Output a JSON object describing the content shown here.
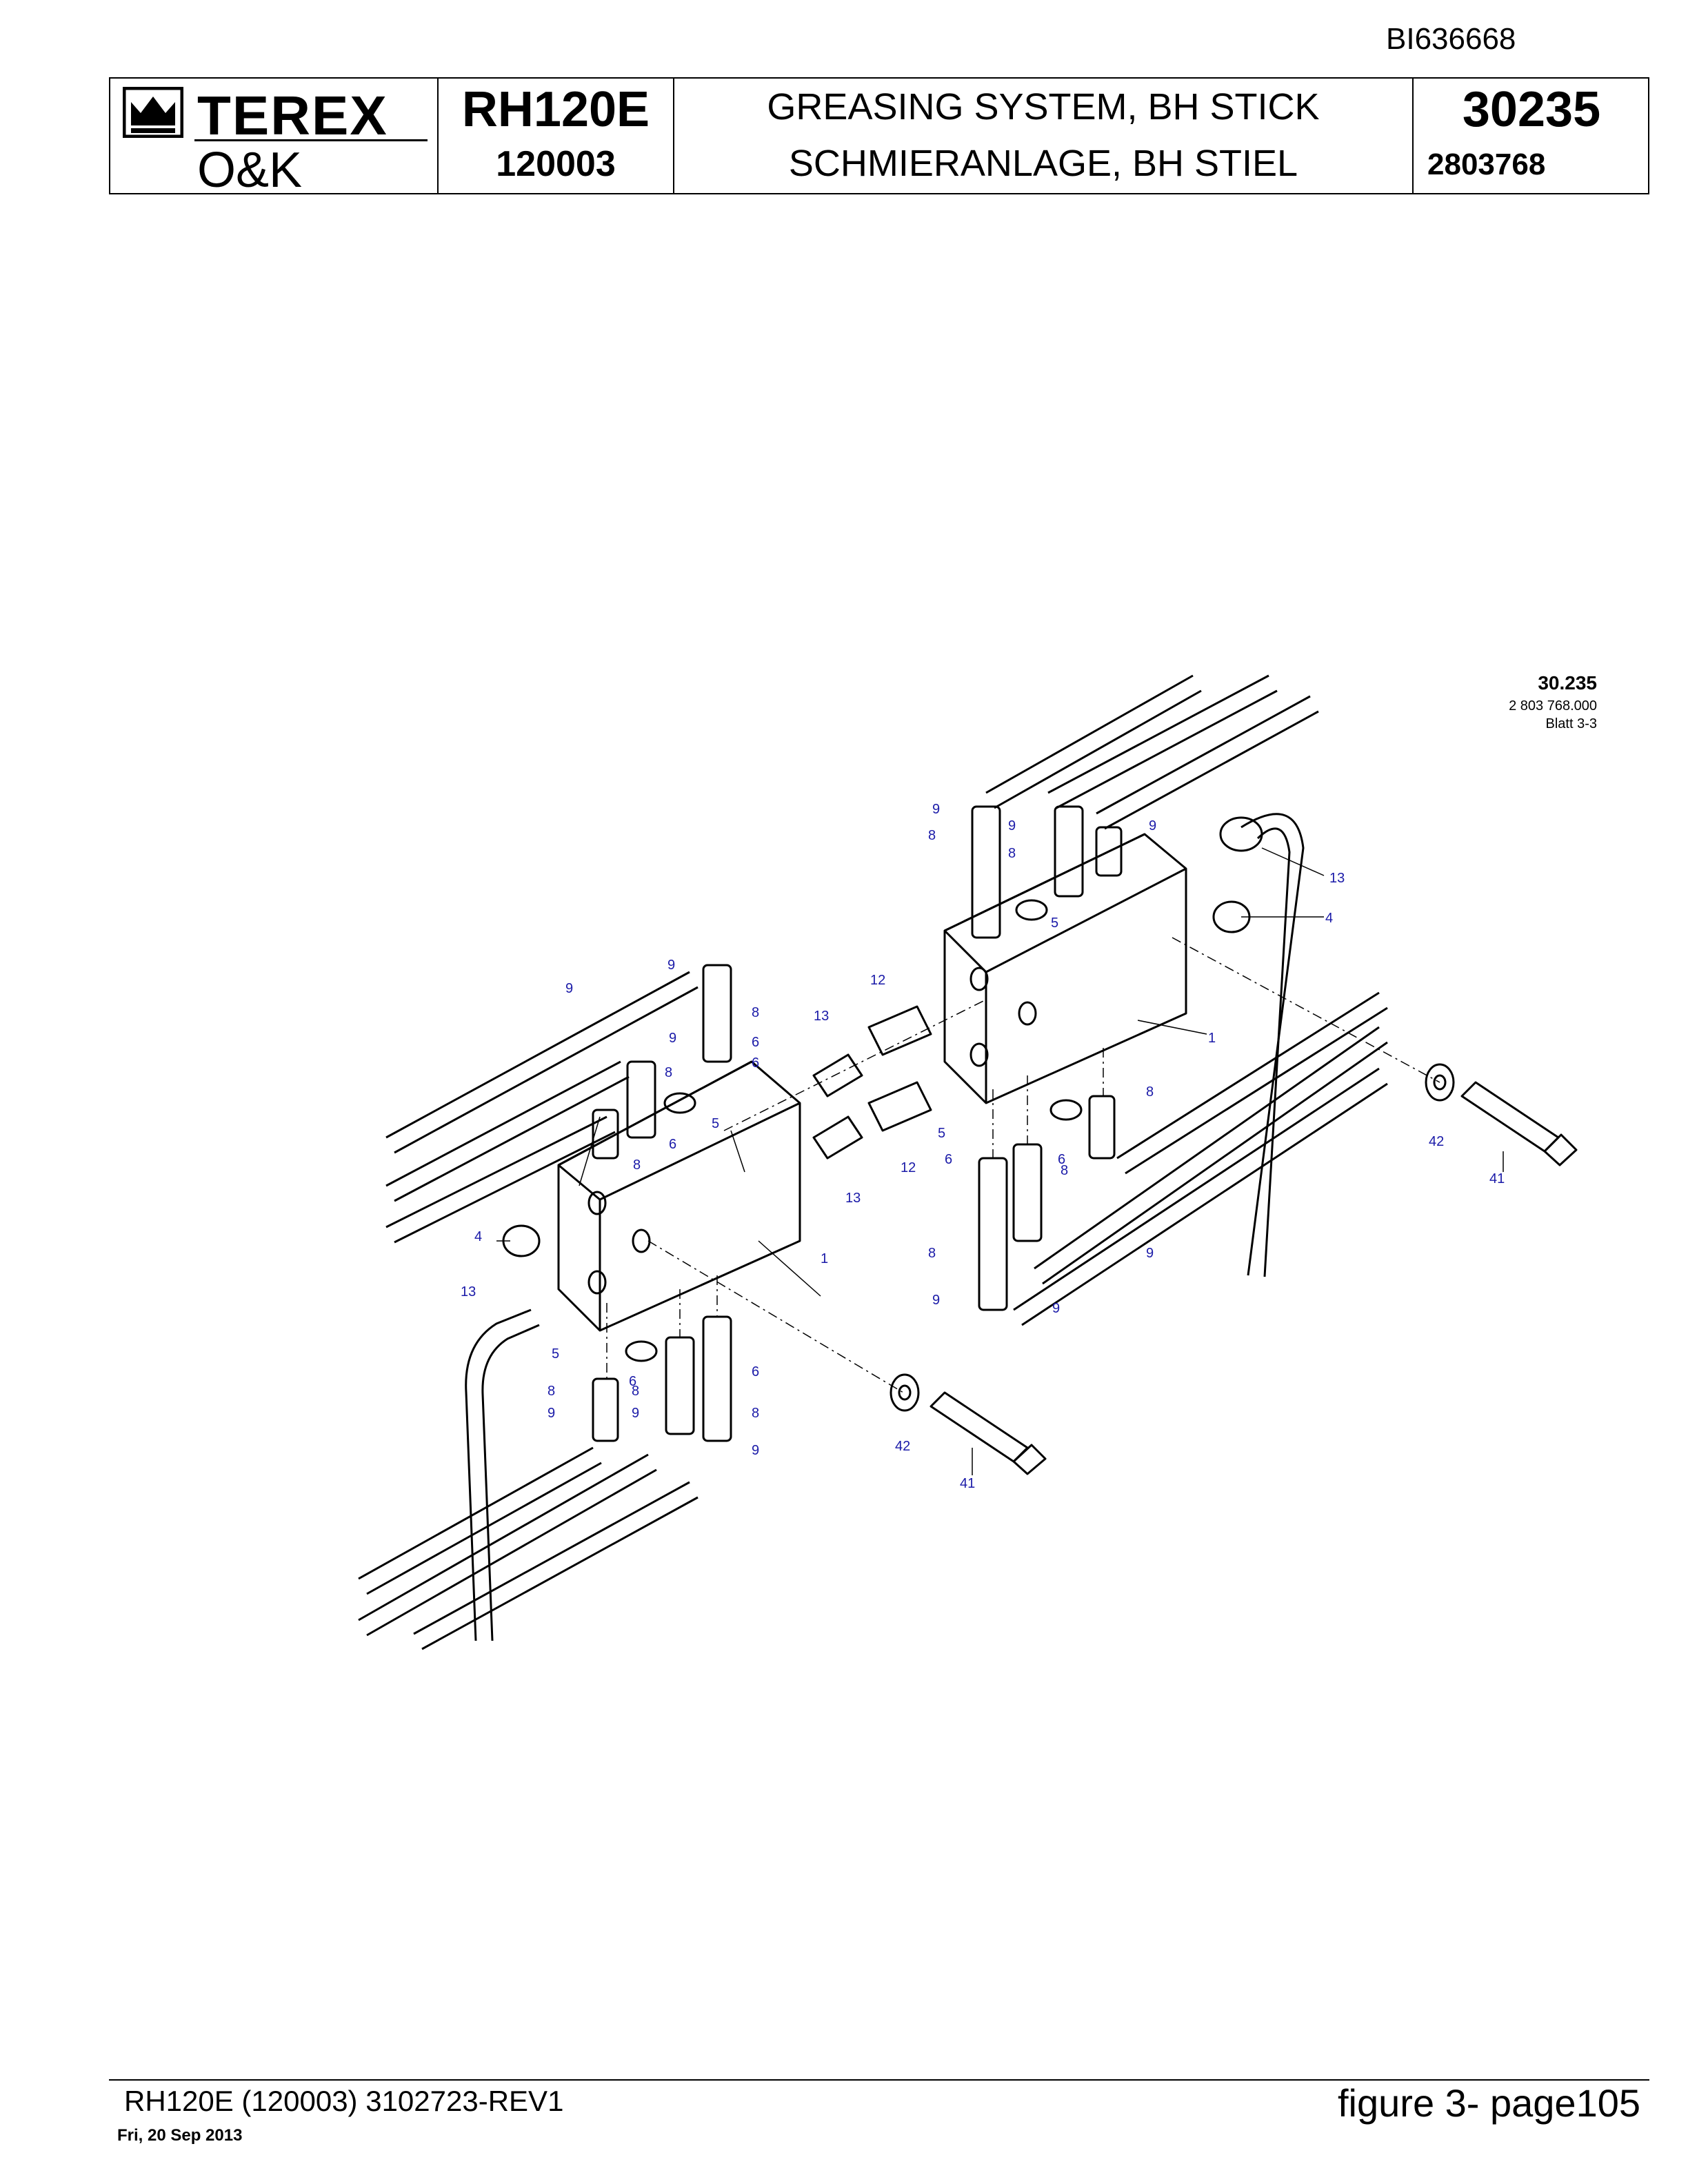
{
  "doc_id": "BI636668",
  "header": {
    "brand": "TEREX",
    "brand_sub": "O&K",
    "model": "RH120E",
    "serial": "120003",
    "title_en": "GREASING SYSTEM, BH STICK",
    "title_de": "SCHMIERANLAGE, BH STIEL",
    "group_number": "30235",
    "part_number": "2803768"
  },
  "drawing": {
    "ref_number": "30.235",
    "ref_code": "2 803 768.000",
    "ref_sheet": "Blatt 3-3",
    "callouts": [
      "1",
      "1",
      "4",
      "4",
      "5",
      "5",
      "5",
      "5",
      "6",
      "6",
      "6",
      "6",
      "6",
      "6",
      "6",
      "8",
      "8",
      "8",
      "8",
      "8",
      "8",
      "8",
      "8",
      "8",
      "8",
      "8",
      "9",
      "9",
      "9",
      "9",
      "9",
      "9",
      "9",
      "9",
      "9",
      "9",
      "9",
      "9",
      "12",
      "12",
      "13",
      "13",
      "13",
      "13",
      "41",
      "41",
      "42",
      "42"
    ]
  },
  "footer": {
    "left": "RH120E (120003) 3102723-REV1",
    "date": "Fri, 20 Sep 2013",
    "right": "figure  3- page105"
  },
  "colors": {
    "callout": "#1a1aa8",
    "line": "#000000"
  }
}
